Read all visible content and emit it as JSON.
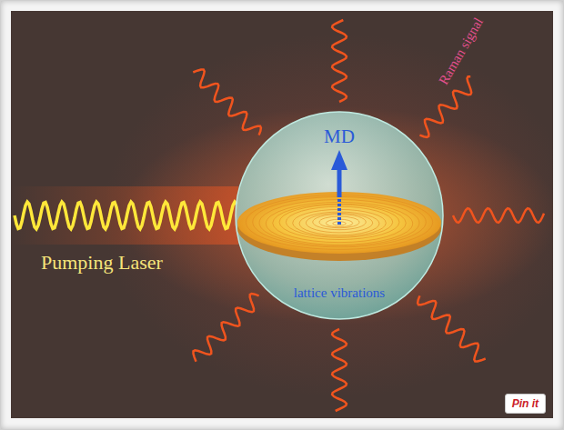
{
  "diagram": {
    "nodes": [
      {
        "text": [
          "MD",
          "lattice vibrations"
        ]
      }
    ],
    "labels": [
      "Pumping Laser",
      "Raman signal",
      "Pin it"
    ]
  }
}
